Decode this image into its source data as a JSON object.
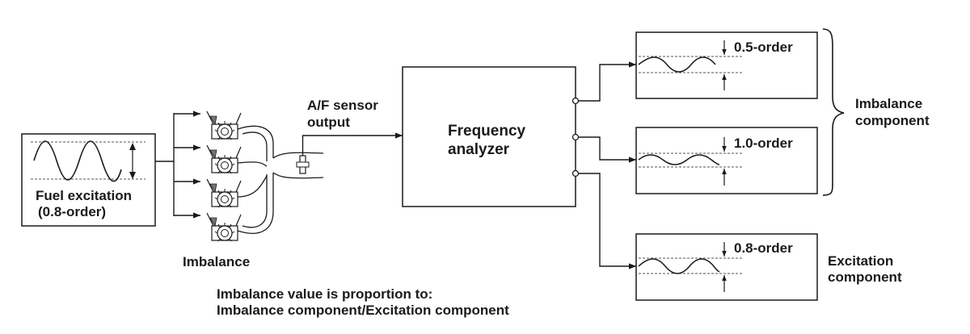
{
  "fuel_box": {
    "line1": "Fuel excitation",
    "line2": "(0.8-order)"
  },
  "engine": {
    "label": "Imbalance"
  },
  "sensor": {
    "line1": "A/F sensor",
    "line2": "output"
  },
  "analyzer": {
    "line1": "Frequency",
    "line2": "analyzer"
  },
  "outputs": [
    {
      "order": "0.5-order"
    },
    {
      "order": "1.0-order"
    },
    {
      "order": "0.8-order"
    }
  ],
  "groups": {
    "imbalance_line1": "Imbalance",
    "imbalance_line2": "component",
    "excitation_line1": "Excitation",
    "excitation_line2": "component"
  },
  "note": {
    "line1": "Imbalance value is proportion to:",
    "line2": "Imbalance component/Excitation component"
  }
}
